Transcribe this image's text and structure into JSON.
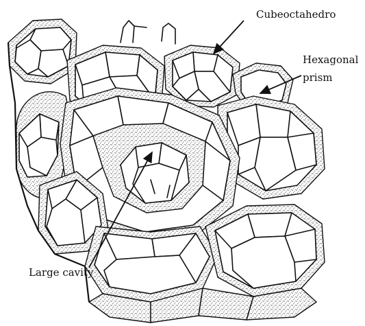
{
  "labels": {
    "cubeoctahedro": "Cubeoctahedro",
    "hexagonal_prism_line1": "Hexagonal",
    "hexagonal_prism_line2": "prism",
    "large_cavity": "Large cavity"
  }
}
